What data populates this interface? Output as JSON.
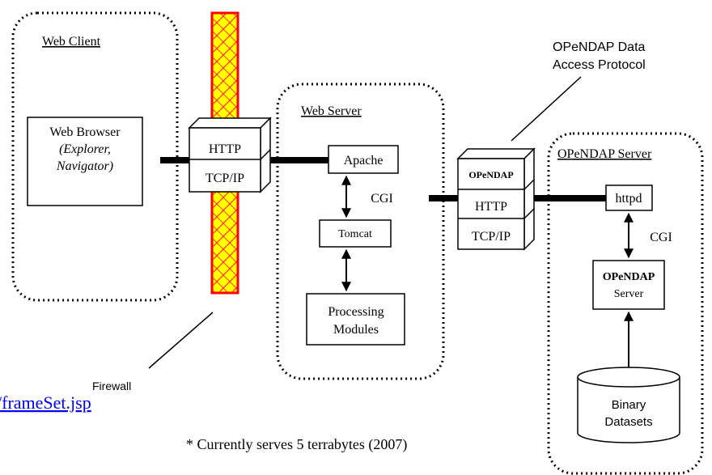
{
  "regions": {
    "web_client": "Web Client",
    "web_server": "Web Server",
    "opendap_server": "OPeNDAP Server"
  },
  "web_browser": {
    "title": "Web Browser",
    "subtitle_line1": "(Explorer,",
    "subtitle_line2": "Navigator)"
  },
  "client_stack": {
    "top": "HTTP",
    "bottom": "TCP/IP"
  },
  "web_server": {
    "apache": "Apache",
    "cgi": "CGI",
    "tomcat": "Tomcat",
    "processing_line1": "Processing",
    "processing_line2": "Modules"
  },
  "opendap_stack": {
    "top": "OPeNDAP",
    "middle": "HTTP",
    "bottom": "TCP/IP"
  },
  "protocol_label": {
    "line1": "OPeNDAP Data",
    "line2": "Access Protocol"
  },
  "opendap_server": {
    "httpd": "httpd",
    "cgi": "CGI",
    "server_line1": "OPeNDAP",
    "server_line2": "Server",
    "datasets_line1": "Binary",
    "datasets_line2": "Datasets"
  },
  "firewall_label": "Firewall",
  "link_text": "/frameSet.jsp",
  "footnote": "* Currently serves 5 terrabytes (2007)",
  "colors": {
    "firewall_fill": "#ffff00",
    "firewall_border": "#ff0000",
    "link": "#0000ee"
  }
}
